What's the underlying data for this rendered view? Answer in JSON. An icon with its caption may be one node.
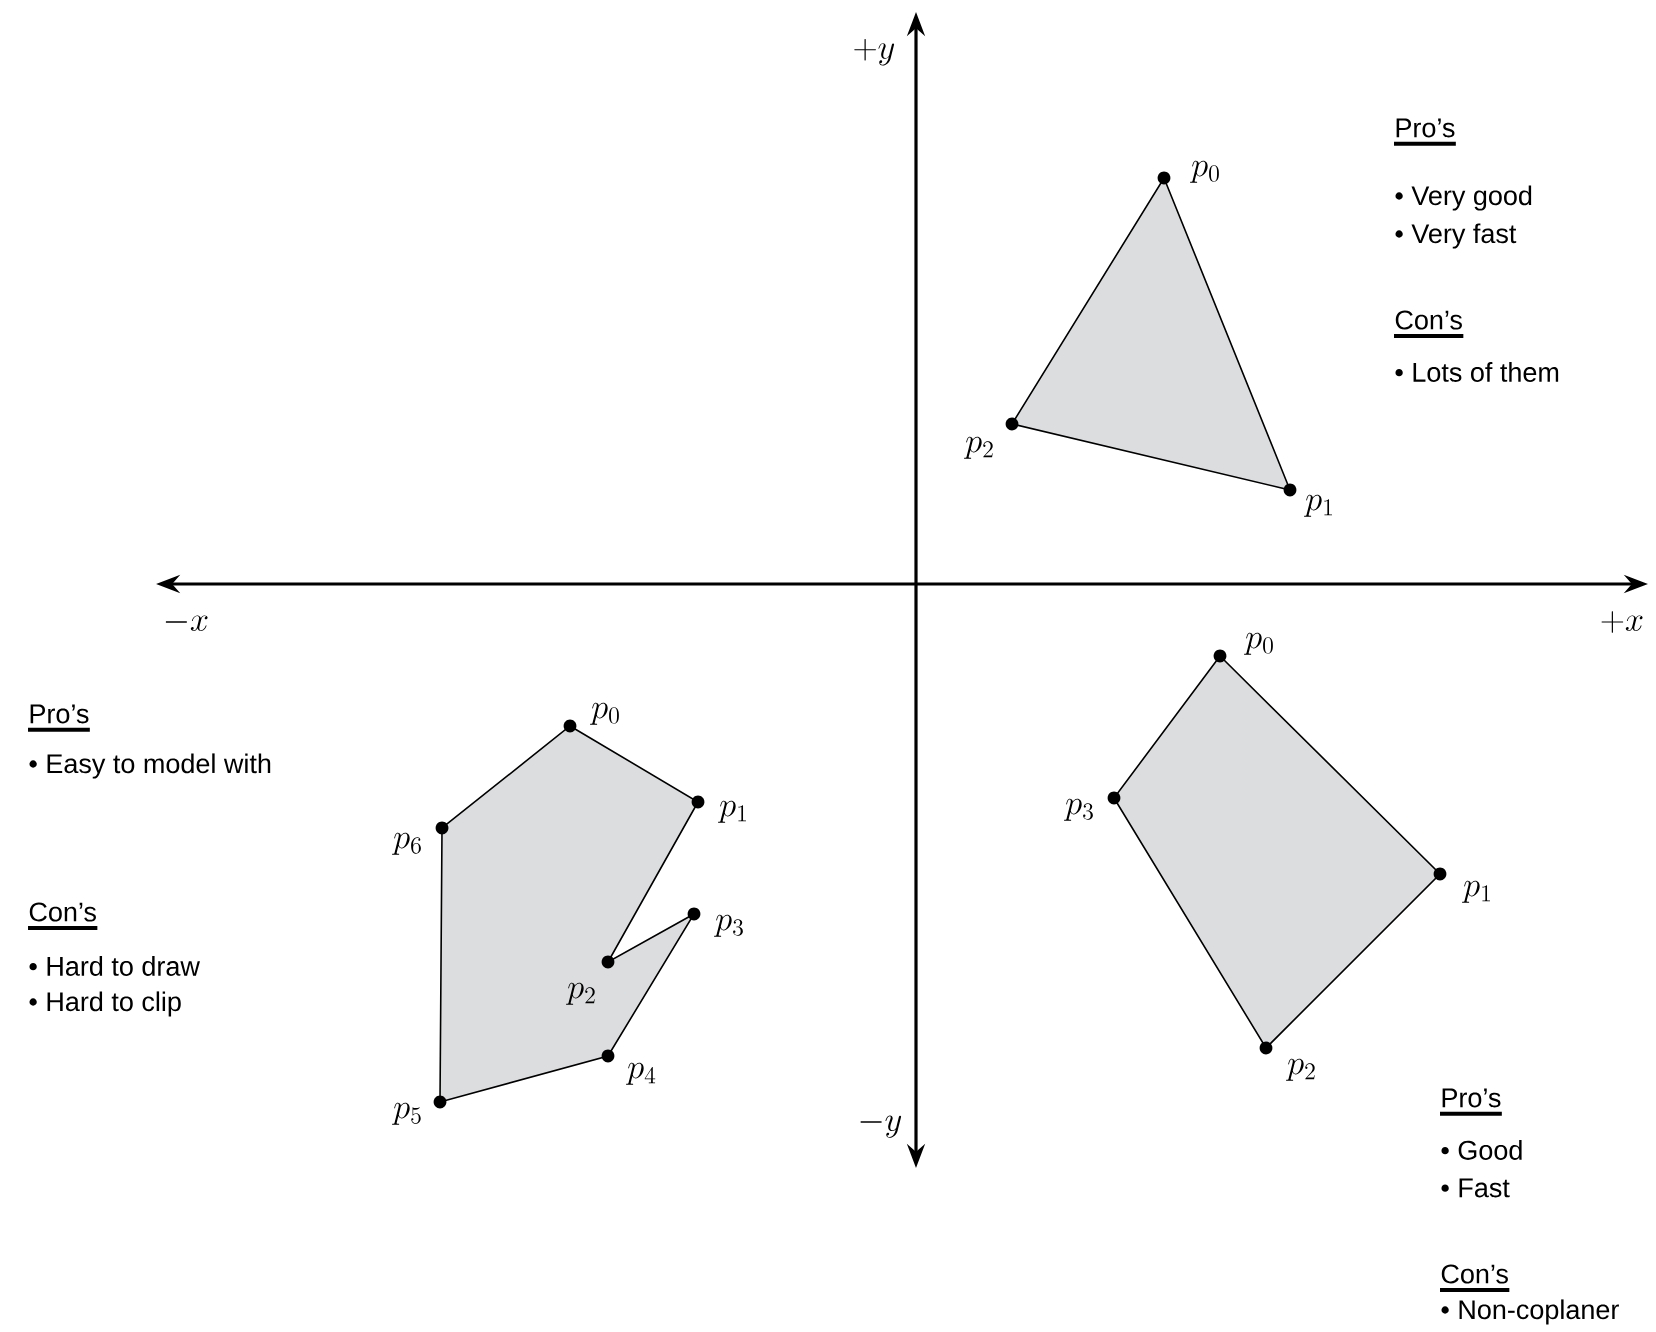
{
  "diagram": {
    "labels": [
      "+y",
      "-x",
      "+x",
      "-y",
      "p_0",
      "p_1",
      "p_2",
      "Pro’s",
      "• Very good",
      "• Very fast",
      "Con’s",
      "• Lots of them",
      "Pro’s",
      "• Easy to model with",
      "Con’s",
      "• Hard to draw",
      "• Hard to clip",
      "p_0",
      "p_1",
      "p_2",
      "p_3",
      "p_4",
      "p_5",
      "p_6",
      "p_0",
      "p_1",
      "p_2",
      "p_3",
      "Pro’s",
      "• Good",
      "• Fast",
      "Con’s",
      "• Non-coplaner"
    ]
  }
}
